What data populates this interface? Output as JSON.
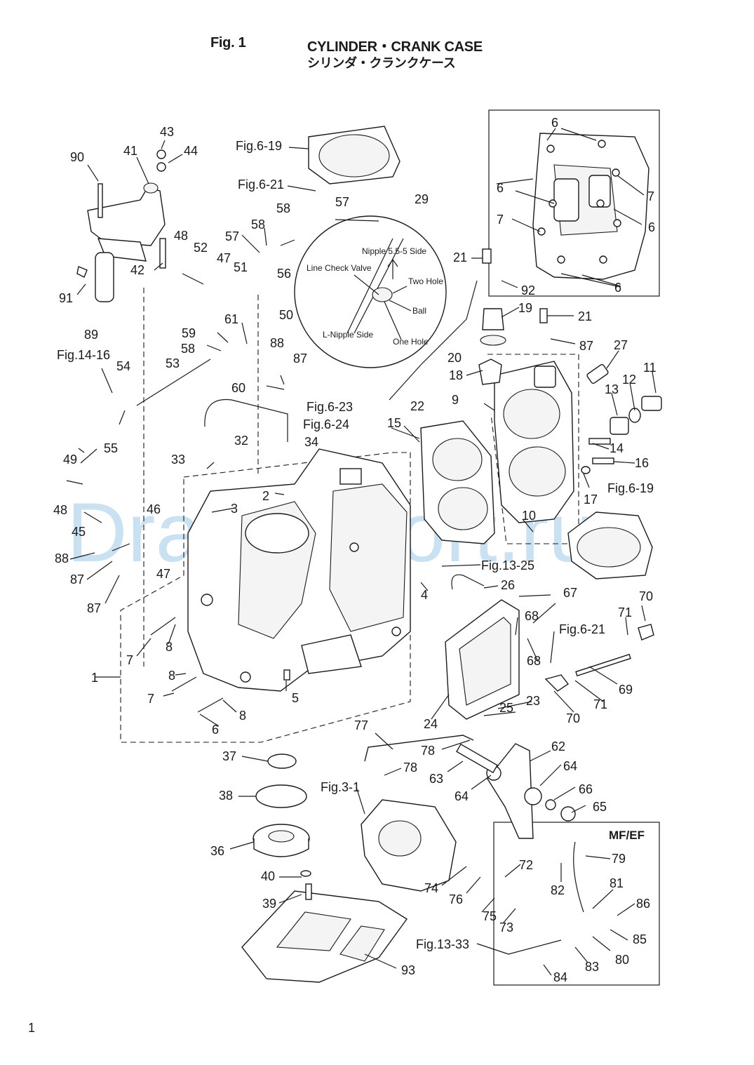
{
  "header": {
    "fig_label": "Fig. 1",
    "title_en": "CYLINDER・CRANK CASE",
    "title_jp": "シリンダ・クランクケース"
  },
  "inset_label": "MF/EF",
  "detail_labels": {
    "nipple_side": "Nipple 5.5-5 Side",
    "line_check_valve": "Line Check Valve",
    "two_hole": "Two Hole",
    "ball": "Ball",
    "l_nipple_side": "L-Nipple Side",
    "one_hole": "One Hole"
  },
  "watermark": "DragonPort.ru",
  "page_number": "1",
  "callouts": [
    {
      "text": "43"
    },
    {
      "text": "44"
    },
    {
      "text": "90"
    },
    {
      "text": "41"
    },
    {
      "text": "42"
    },
    {
      "text": "91"
    },
    {
      "text": "89"
    },
    {
      "text": "Fig.6-19"
    },
    {
      "text": "Fig.6-21"
    },
    {
      "text": "58"
    },
    {
      "text": "57"
    },
    {
      "text": "29"
    },
    {
      "text": "57"
    },
    {
      "text": "58"
    },
    {
      "text": "48"
    },
    {
      "text": "52"
    },
    {
      "text": "47"
    },
    {
      "text": "51"
    },
    {
      "text": "56"
    },
    {
      "text": "50"
    },
    {
      "text": "59"
    },
    {
      "text": "61"
    },
    {
      "text": "58"
    },
    {
      "text": "53"
    },
    {
      "text": "60"
    },
    {
      "text": "88"
    },
    {
      "text": "87"
    },
    {
      "text": "Fig.14-16"
    },
    {
      "text": "54"
    },
    {
      "text": "32"
    },
    {
      "text": "55"
    },
    {
      "text": "49"
    },
    {
      "text": "34"
    },
    {
      "text": "33"
    },
    {
      "text": "48"
    },
    {
      "text": "2"
    },
    {
      "text": "3"
    },
    {
      "text": "46"
    },
    {
      "text": "45"
    },
    {
      "text": "88"
    },
    {
      "text": "47"
    },
    {
      "text": "87"
    },
    {
      "text": "87"
    },
    {
      "text": "6"
    },
    {
      "text": "6"
    },
    {
      "text": "7"
    },
    {
      "text": "7"
    },
    {
      "text": "6"
    },
    {
      "text": "6"
    },
    {
      "text": "21"
    },
    {
      "text": "92"
    },
    {
      "text": "19"
    },
    {
      "text": "21"
    },
    {
      "text": "87"
    },
    {
      "text": "27"
    },
    {
      "text": "20"
    },
    {
      "text": "18"
    },
    {
      "text": "11"
    },
    {
      "text": "12"
    },
    {
      "text": "13"
    },
    {
      "text": "9"
    },
    {
      "text": "22"
    },
    {
      "text": "Fig.6-23"
    },
    {
      "text": "Fig.6-24"
    },
    {
      "text": "15"
    },
    {
      "text": "14"
    },
    {
      "text": "16"
    },
    {
      "text": "Fig.6-19"
    },
    {
      "text": "17"
    },
    {
      "text": "10"
    },
    {
      "text": "Fig.13-25"
    },
    {
      "text": "4"
    },
    {
      "text": "26"
    },
    {
      "text": "67"
    },
    {
      "text": "68"
    },
    {
      "text": "70"
    },
    {
      "text": "71"
    },
    {
      "text": "Fig.6-21"
    },
    {
      "text": "68"
    },
    {
      "text": "69"
    },
    {
      "text": "71"
    },
    {
      "text": "70"
    },
    {
      "text": "23"
    },
    {
      "text": "25"
    },
    {
      "text": "24"
    },
    {
      "text": "8"
    },
    {
      "text": "7"
    },
    {
      "text": "1"
    },
    {
      "text": "8"
    },
    {
      "text": "7"
    },
    {
      "text": "5"
    },
    {
      "text": "8"
    },
    {
      "text": "6"
    },
    {
      "text": "77"
    },
    {
      "text": "62"
    },
    {
      "text": "78"
    },
    {
      "text": "78"
    },
    {
      "text": "63"
    },
    {
      "text": "64"
    },
    {
      "text": "64"
    },
    {
      "text": "66"
    },
    {
      "text": "65"
    },
    {
      "text": "37"
    },
    {
      "text": "38"
    },
    {
      "text": "Fig.3-1"
    },
    {
      "text": "36"
    },
    {
      "text": "79"
    },
    {
      "text": "72"
    },
    {
      "text": "82"
    },
    {
      "text": "81"
    },
    {
      "text": "40"
    },
    {
      "text": "74"
    },
    {
      "text": "76"
    },
    {
      "text": "86"
    },
    {
      "text": "39"
    },
    {
      "text": "75"
    },
    {
      "text": "73"
    },
    {
      "text": "85"
    },
    {
      "text": "80"
    },
    {
      "text": "Fig.13-33"
    },
    {
      "text": "83"
    },
    {
      "text": "84"
    },
    {
      "text": "93"
    }
  ]
}
